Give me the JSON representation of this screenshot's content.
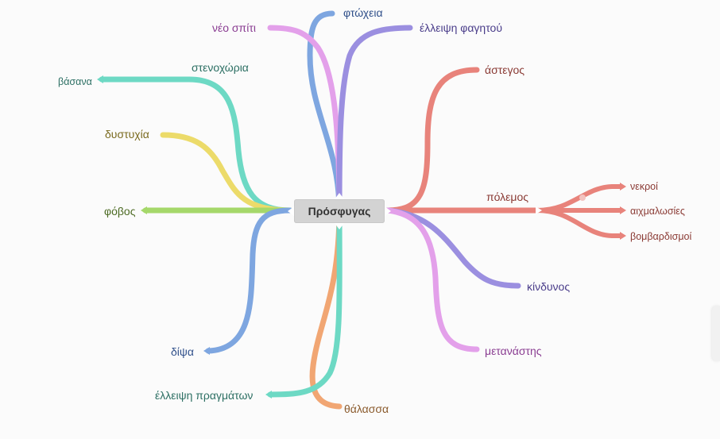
{
  "center": "Πρόσφυγας",
  "branches": {
    "neo_spiti": "νέο σπίτι",
    "ftoxeia": "φτώχεια",
    "elleipsi_fagitou": "έλλειψη φαγητού",
    "stenoxoria": "στενοχώρια",
    "vasana": "βάσανα",
    "dystyxia": "δυστυχία",
    "fovos": "φόβος",
    "dipsa": "δίψα",
    "elleipsi_pragmaton": "έλλειψη πραγμάτων",
    "thalassa": "θάλασσα",
    "astegos": "άστεγος",
    "polemos": "πόλεμος",
    "nekroi": "νεκροί",
    "aixmalosies": "αιχμαλωσίες",
    "vomvardismoi": "βομβαρδισμοί",
    "kindynos": "κίνδυνος",
    "metanastis": "μετανάστης"
  },
  "colors": {
    "blue": "#7ea6e0",
    "purple": "#9b8fe0",
    "pink": "#e3a0ea",
    "teal": "#6dd9c4",
    "yellow": "#ecdb6a",
    "green": "#a5d86a",
    "orange": "#f1a673",
    "red": "#e8837b"
  }
}
